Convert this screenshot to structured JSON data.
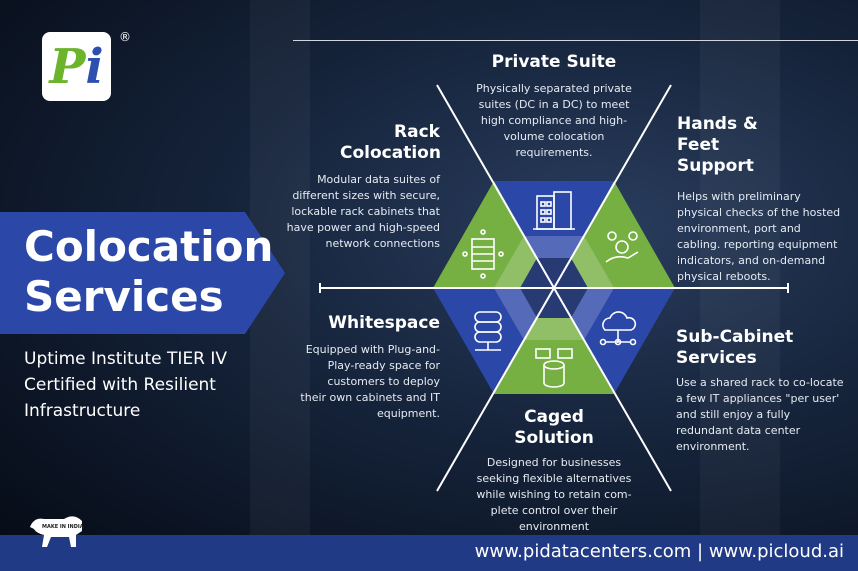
{
  "logo": {
    "text": "Pi",
    "registered": "®"
  },
  "hero": {
    "title_line1": "Colocation",
    "title_line2": "Services",
    "subtitle": "Uptime Institute TIER IV Certified with Resilient Infrastructure"
  },
  "services": [
    {
      "title": "Private Suite",
      "desc": "Physically separated private suites (DC in a DC) to meet high compliance and high-volume colocation requirements.",
      "icon": "building-icon"
    },
    {
      "title": "Hands & Feet Support",
      "desc": "Helps with preliminary physical checks of the hosted environment, port and cabling. reporting equipment indicators, and on-demand physical reboots.",
      "icon": "gear-hand-icon"
    },
    {
      "title": "Sub-Cabinet Services",
      "desc": "Use a shared rack to co-locate a few IT appliances \"per user' and still enjoy a fully redundant data center environment.",
      "icon": "cloud-network-icon"
    },
    {
      "title": "Caged Solution",
      "desc": "Designed for businesses seeking flexible alternatives while wishing to retain com- plete control over their environment",
      "icon": "database-icon"
    },
    {
      "title": "Whitespace",
      "desc": "Equipped with Plug-and-Play-ready space for customers to deploy their own cabinets and IT equipment.",
      "icon": "server-stack-icon"
    },
    {
      "title": "Rack Colocation",
      "desc": "Modular data suites of different sizes with secure, lockable rack cabinets that have power and high-speed network connections",
      "icon": "rack-network-icon"
    }
  ],
  "badge": {
    "text": "MAKE IN INDIA"
  },
  "footer": {
    "urls": "www.pidatacenters.com | www.picloud.ai"
  },
  "colors": {
    "blue": "#2b47a8",
    "green": "#76b043",
    "center": "#283a72"
  }
}
